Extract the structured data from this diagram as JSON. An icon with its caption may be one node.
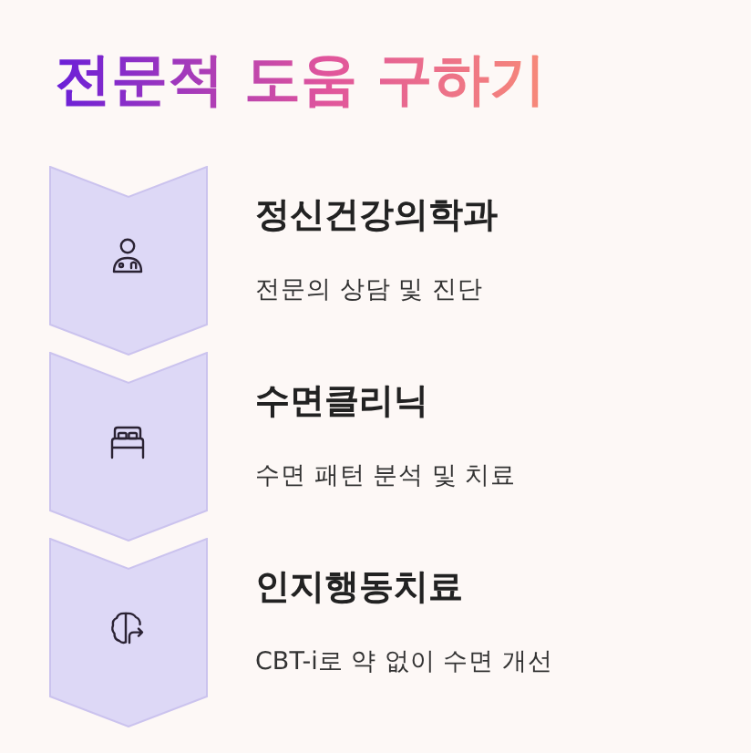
{
  "diagram": {
    "title": "전문적 도움 구하기",
    "nodes": [
      {
        "text": [
          "정신건강의학과",
          "전문의 상담 및 진단"
        ]
      },
      {
        "text": [
          "수면클리닉",
          "수면 패턴 분석 및 치료"
        ]
      },
      {
        "text": [
          "인지행동치료",
          "CBT-i로 약 없이 수면 개선"
        ]
      }
    ]
  }
}
